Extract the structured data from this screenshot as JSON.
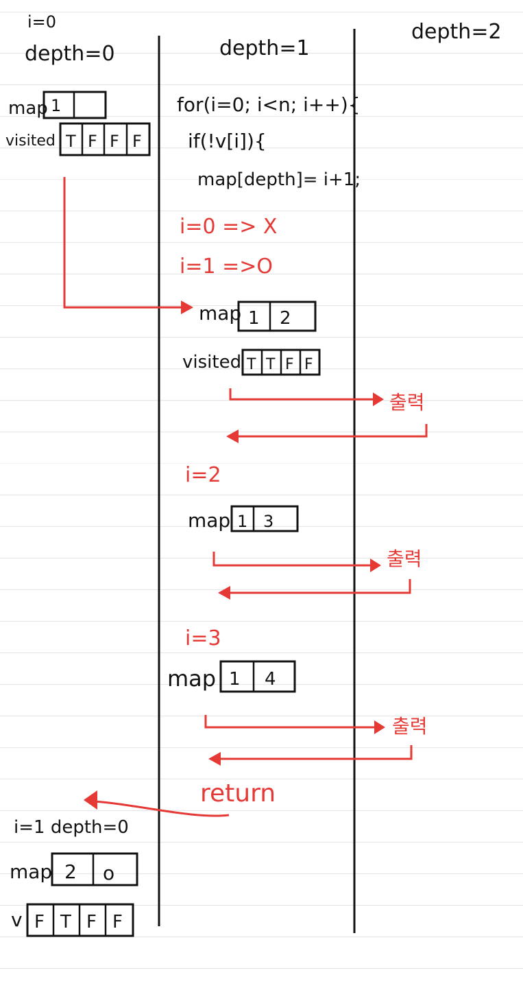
{
  "colors": {
    "ink": "#111111",
    "red_ink": "#e53935",
    "rule": "#e3e3e3"
  },
  "headers": {
    "col0_i": "i=0",
    "col0_depth": "depth=0",
    "col1_depth": "depth=1",
    "col2_depth": "depth=2"
  },
  "col0_top": {
    "map_label": "map",
    "map_cells": [
      "1",
      ""
    ],
    "visited_label": "visited",
    "visited_cells": [
      "T",
      "F",
      "F",
      "F"
    ]
  },
  "code": {
    "line1": "for(i=0; i<n; i++){",
    "line2": "if(!v[i]){",
    "line3": "map[depth]= i+1;"
  },
  "steps": {
    "i0": "i=0 => X",
    "i1": "i=1 =>O",
    "i2": "i=2",
    "i3": "i=3"
  },
  "depth1_map_a": {
    "label": "map",
    "cells": [
      "1",
      "2"
    ]
  },
  "depth1_visited_a": {
    "label": "visited",
    "cells": [
      "T",
      "T",
      "F",
      "F"
    ]
  },
  "depth1_map_b": {
    "label": "map",
    "cells": [
      "1",
      "3"
    ]
  },
  "depth1_map_c": {
    "label": "map",
    "cells": [
      "1",
      "4"
    ]
  },
  "output_labels": [
    "출력",
    "출력",
    "출력"
  ],
  "return_label": "return",
  "bottom": {
    "title": "i=1 depth=0",
    "map_label": "map",
    "map_cells": [
      "2",
      "o"
    ],
    "v_label": "v",
    "v_cells": [
      "F",
      "T",
      "F",
      "F"
    ]
  }
}
